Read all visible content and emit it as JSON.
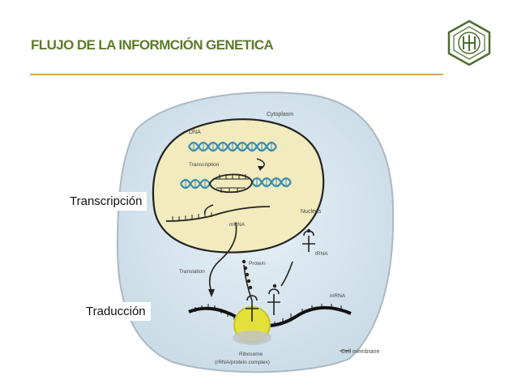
{
  "slide": {
    "title": "FLUJO DE LA INFORMCIÓN GENETICA",
    "callouts": {
      "transcription": "Transcripción",
      "translation": "Traducción"
    }
  },
  "figure": {
    "labels": {
      "cytoplasm": "Cytoplasm",
      "dna": "DNA",
      "transcription": "Transcription",
      "mrna_nucleus": "mRNA",
      "nucleus": "Nucleus",
      "translation": "Translation",
      "protein": "Protein",
      "trna": "tRNA",
      "mrna_cytoplasm": "mRNA",
      "ribosome": "Ribosome",
      "ribosome_detail": "(rRNA/protein complex)",
      "cell_membrane": "Cell membrane"
    }
  },
  "colors": {
    "title": "#5d7a2a",
    "rule": "#dca064",
    "cell": "#d8e6ef",
    "nucleus": "#f1ebbd",
    "dna": "#3a8db2",
    "ribosome": "#e4e03a",
    "logo": "#4b6d2e"
  },
  "logo": {
    "icon": "university-seal-icon"
  }
}
